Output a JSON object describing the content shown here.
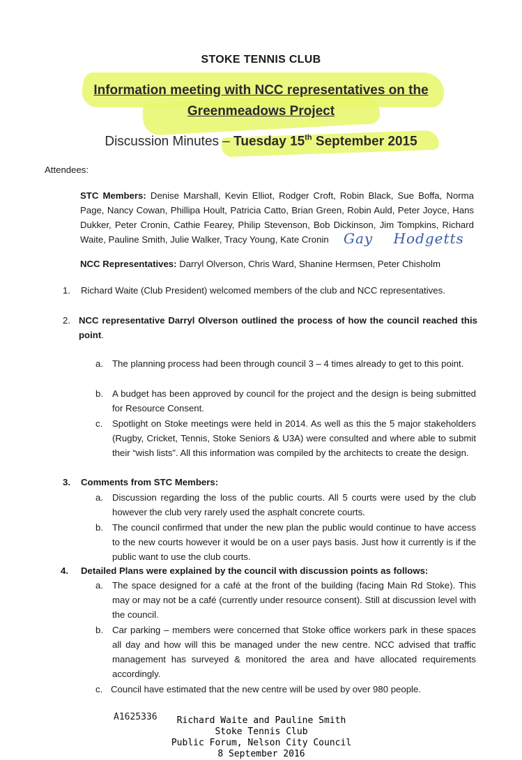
{
  "club_title": "STOKE TENNIS CLUB",
  "subtitle_line1": "Information meeting with NCC representatives on the",
  "subtitle_line2": "Greenmeadows Project",
  "minutes_prefix": "Discussion Minutes – ",
  "minutes_day": "Tuesday 15",
  "minutes_sup": "th",
  "minutes_rest": " September 2015",
  "attendees_label": "Attendees:",
  "stc_label": "STC Members:",
  "stc_members": "Denise Marshall, Kevin Elliot, Rodger Croft, Robin Black, Sue Boffa, Norma Page, Nancy Cowan, Phillipa Hoult, Patricia Catto, Brian Green, Robin Auld, Peter Joyce, Hans Dukker, Peter Cronin, Cathie Fearey, Philip Stevenson, Bob Dickinson, Jim Tompkins, Richard Waite, Pauline Smith, Julie Walker, Tracy Young, Kate Cronin",
  "handwritten_name": "Gay Hodgetts",
  "ncc_label": "NCC Representatives:",
  "ncc_members": "Darryl Olverson, Chris Ward, Shanine Hermsen, Peter Chisholm",
  "items": [
    {
      "num": "1.",
      "text": "Richard Waite (Club President) welcomed members of the club and NCC representatives."
    },
    {
      "num": "2.",
      "text_bold": "NCC representative Darryl Olverson outlined the process of how the council reached this point",
      "text_tail": ".",
      "subs": [
        {
          "letter": "a.",
          "text": "The planning process had been through council 3 – 4 times already to get to this point."
        },
        {
          "letter": "b.",
          "text": "A budget has been approved by council for the project and the design is being submitted for Resource Consent."
        },
        {
          "letter": "c.",
          "text": "Spotlight on Stoke meetings were held in 2014.  As well as this the 5 major stakeholders (Rugby, Cricket, Tennis, Stoke Seniors & U3A) were consulted and where able to submit their “wish lists”.  All this information was compiled by the architects to create the design."
        }
      ]
    },
    {
      "num": "3.",
      "text_bold": "Comments from STC Members:",
      "subs": [
        {
          "letter": "a.",
          "text": "Discussion regarding the loss of the public courts.  All 5 courts were used by the club however the club very rarely used the asphalt concrete courts."
        },
        {
          "letter": "b.",
          "text": "The council confirmed that under the new plan the public would continue to have access to the new courts however it would be on a user pays basis.  Just how it currently is if the public want to use the club courts."
        }
      ]
    },
    {
      "num": "4.",
      "text_bold": "Detailed Plans were explained by the council with discussion points as follows:",
      "subs": [
        {
          "letter": "a.",
          "text": "The space designed for a café at the front of the building (facing Main Rd Stoke). This may or may not be a café (currently under resource consent).  Still at discussion level with the council."
        },
        {
          "letter": "b.",
          "text": "Car parking – members were concerned that Stoke office workers park in these spaces all day and how will this be managed under the new centre.  NCC advised that traffic management has surveyed & monitored the area and have allocated requirements accordingly."
        },
        {
          "letter": "c.",
          "text": "Council have estimated that the new centre will be used by over 980 people."
        }
      ]
    }
  ],
  "doc_ref": "A1625336",
  "footer_lines": [
    "Richard Waite and Pauline Smith",
    "Stoke Tennis Club",
    "Public Forum, Nelson City Council",
    "8 September 2016"
  ],
  "colors": {
    "highlight": "#e8f76a",
    "ink_blue": "#3b5aa8"
  }
}
